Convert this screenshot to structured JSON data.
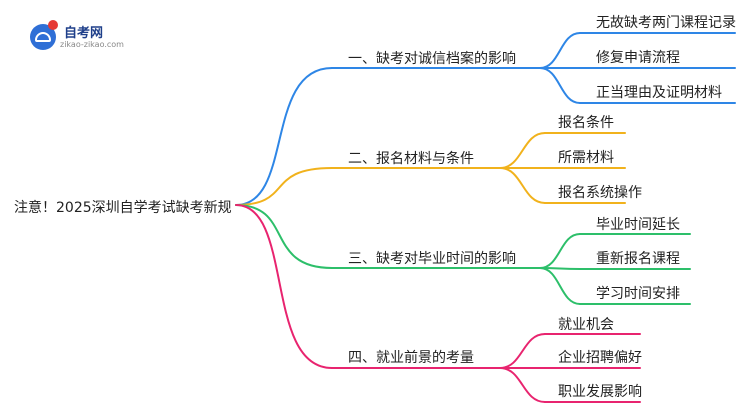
{
  "logo": {
    "name": "自考网",
    "url": "zikao-zikao.com"
  },
  "root": {
    "title": "注意！2025深圳自学考试缺考新规"
  },
  "branches": [
    {
      "label": "一、缺考对诚信档案的影响",
      "color": "#2e86e6",
      "leaves": [
        "无故缺考两门课程记录",
        "修复申请流程",
        "正当理由及证明材料"
      ]
    },
    {
      "label": "二、报名材料与条件",
      "color": "#f1b21c",
      "leaves": [
        "报名条件",
        "所需材料",
        "报名系统操作"
      ]
    },
    {
      "label": "三、缺考对毕业时间的影响",
      "color": "#2dbf6a",
      "leaves": [
        "毕业时间延长",
        "重新报名课程",
        "学习时间安排"
      ]
    },
    {
      "label": "四、就业前景的考量",
      "color": "#e8246f",
      "leaves": [
        "就业机会",
        "企业招聘偏好",
        "职业发展影响"
      ]
    }
  ]
}
